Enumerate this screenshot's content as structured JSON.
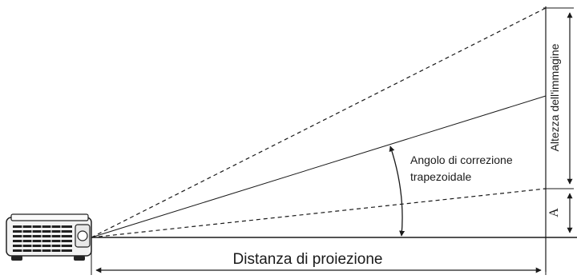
{
  "labels": {
    "projection_distance": "Distanza di proiezione",
    "image_height": "Altezza dell'immagine",
    "keystone_angle_line1": "Angolo di correzione",
    "keystone_angle_line2": "trapezoidale",
    "offset_a": "A"
  },
  "colors": {
    "line": "#1a1a1a",
    "projector_body": "#f2f2f2",
    "projector_grille": "#222222"
  }
}
